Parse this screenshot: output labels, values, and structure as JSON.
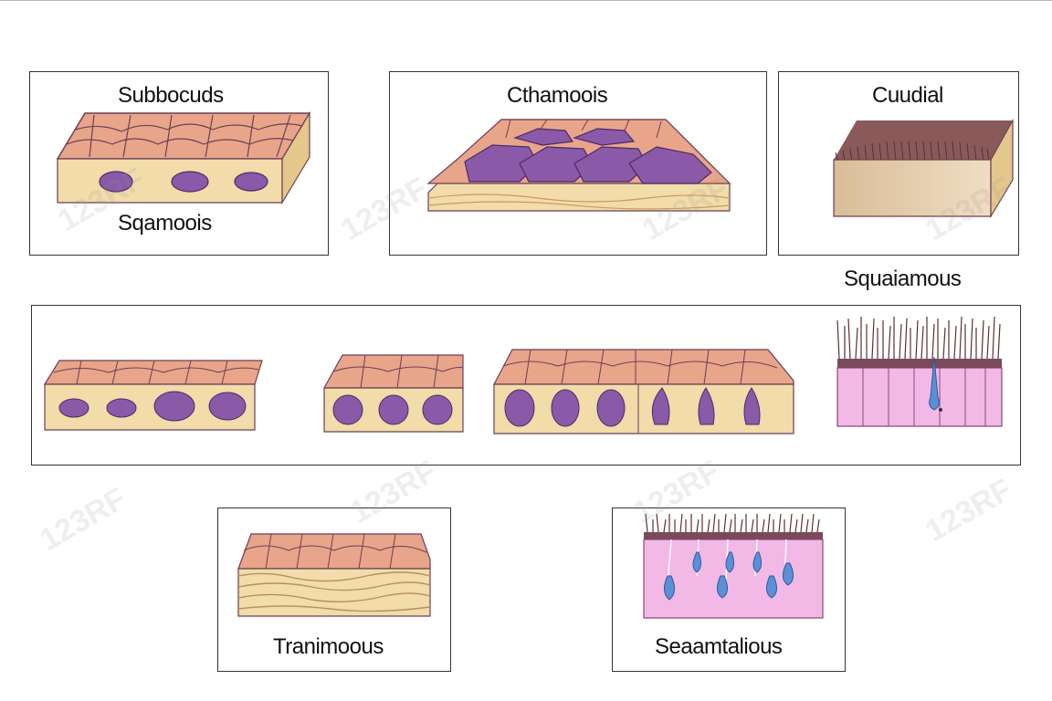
{
  "labels": {
    "top_left_upper": "Subbocuds",
    "top_left_lower": "Sqamoois",
    "top_middle": "Cthamoois",
    "top_right": "Cuudial",
    "middle_right_caption": "Squaiamous",
    "bottom_left": "Tranimoous",
    "bottom_right": "Seaamtalious"
  },
  "watermark": "123RF",
  "colors": {
    "cell_top": "#e8a58a",
    "cell_outline": "#6b3f55",
    "nucleus": "#8a5aa8",
    "tissue_base": "#f1dcaa",
    "tissue_side": "#e4c78a",
    "columnar_pink": "#f2b8e6",
    "cilia": "#7a4a5a",
    "goblet_blue": "#5b8fd6"
  }
}
